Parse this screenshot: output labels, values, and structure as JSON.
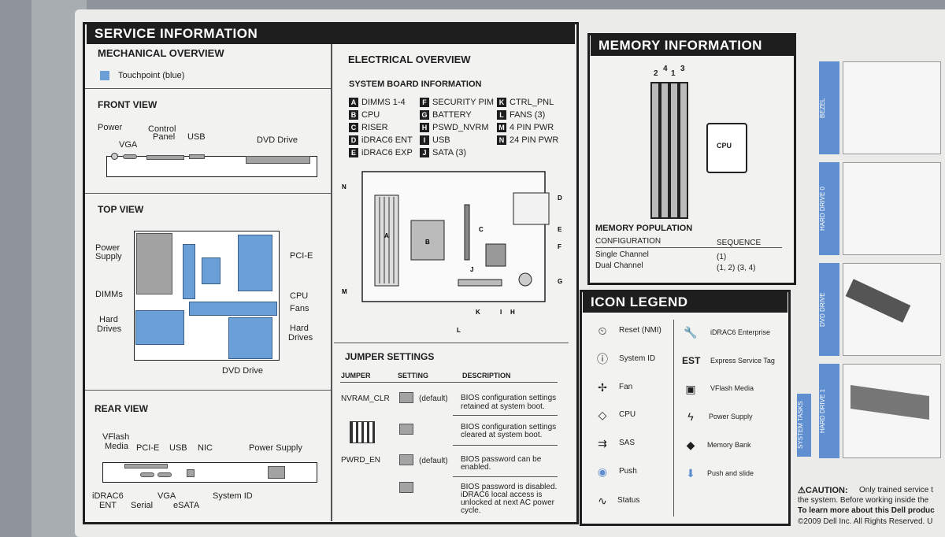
{
  "service": {
    "title": "SERVICE INFORMATION",
    "mech": "MECHANICAL OVERVIEW",
    "touch": "Touchpoint (blue)",
    "front": {
      "title": "FRONT VIEW",
      "power": "Power",
      "vga": "VGA",
      "control": "Control",
      "panel": "Panel",
      "usb": "USB",
      "dvd": "DVD Drive"
    },
    "top": {
      "title": "TOP VIEW",
      "power": "Power",
      "supply": "Supply",
      "pcie": "PCI-E",
      "dimms": "DIMMs",
      "cpu": "CPU",
      "fans": "Fans",
      "hard": "Hard",
      "drives": "Drives",
      "hard2": "Hard",
      "drives2": "Drives",
      "dvd": "DVD Drive"
    },
    "rear": {
      "title": "REAR VIEW",
      "vflash": "VFlash",
      "media": "Media",
      "pcie": "PCI-E",
      "usb": "USB",
      "nic": "NIC",
      "ps": "Power Supply",
      "idrac": "iDRAC6",
      "ent": "ENT",
      "serial": "Serial",
      "vga": "VGA",
      "esata": "eSATA",
      "sysid": "System ID"
    }
  },
  "electrical": {
    "title": "ELECTRICAL OVERVIEW",
    "board": "SYSTEM BOARD INFORMATION",
    "items": [
      {
        "k": "A",
        "v": "DIMMS 1-4"
      },
      {
        "k": "B",
        "v": "CPU"
      },
      {
        "k": "C",
        "v": "RISER"
      },
      {
        "k": "D",
        "v": "iDRAC6 ENT"
      },
      {
        "k": "E",
        "v": "iDRAC6 EXP"
      },
      {
        "k": "F",
        "v": "SECURITY PIM"
      },
      {
        "k": "G",
        "v": "BATTERY"
      },
      {
        "k": "H",
        "v": "PSWD_NVRM"
      },
      {
        "k": "I",
        "v": "USB"
      },
      {
        "k": "J",
        "v": "SATA (3)"
      },
      {
        "k": "K",
        "v": "CTRL_PNL"
      },
      {
        "k": "L",
        "v": "FANS (3)"
      },
      {
        "k": "M",
        "v": "4 PIN PWR"
      },
      {
        "k": "N",
        "v": "24 PIN PWR"
      }
    ]
  },
  "jumper": {
    "title": "JUMPER SETTINGS",
    "col1": "JUMPER",
    "col2": "SETTING",
    "col3": "DESCRIPTION",
    "nvram": "NVRAM_CLR",
    "pwrd": "PWRD_EN",
    "rows": [
      {
        "setting": "(default)",
        "desc1": "BIOS configuration settings",
        "desc2": "retained at system boot.",
        "desc3": "",
        "desc4": ""
      },
      {
        "setting": "",
        "desc1": "BIOS configuration settings",
        "desc2": "cleared at system boot.",
        "desc3": "",
        "desc4": ""
      },
      {
        "setting": "(default)",
        "desc1": "BIOS password can be",
        "desc2": "enabled.",
        "desc3": "",
        "desc4": ""
      },
      {
        "setting": "",
        "desc1": "BIOS password is disabled.",
        "desc2": "iDRAC6 local access is",
        "desc3": "unlocked at next AC power",
        "desc4": "cycle."
      }
    ]
  },
  "memory": {
    "title": "MEMORY INFORMATION",
    "slots": [
      "2",
      "4",
      "1",
      "3"
    ],
    "cpu": "CPU",
    "pop": "MEMORY POPULATION",
    "config": "CONFIGURATION",
    "seq": "SEQUENCE",
    "single": "Single Channel",
    "single_seq": "(1)",
    "dual": "Dual Channel",
    "dual_seq": "(1, 2) (3, 4)"
  },
  "icons": {
    "title": "ICON LEGEND",
    "left": [
      "Reset (NMI)",
      "System ID",
      "Fan",
      "CPU",
      "SAS",
      "Push",
      "Status"
    ],
    "right": [
      "iDRAC6 Enterprise",
      "Express Service Tag",
      "VFlash Media",
      "Power Supply",
      "Memory Bank",
      "Push and slide"
    ],
    "est": "EST"
  },
  "tabs": [
    "BEZEL",
    "HARD DRIVE 0",
    "DVD DRIVE",
    "HARD DRIVE 1"
  ],
  "system_tasks": "SYSTEM TASKS",
  "caution": {
    "title": "CAUTION:",
    "l1": "Only trained service t",
    "l2": "the system. Before working inside the",
    "l3": "To learn more about this Dell produc",
    "l4": "©2009 Dell Inc. All Rights Reserved. U"
  }
}
